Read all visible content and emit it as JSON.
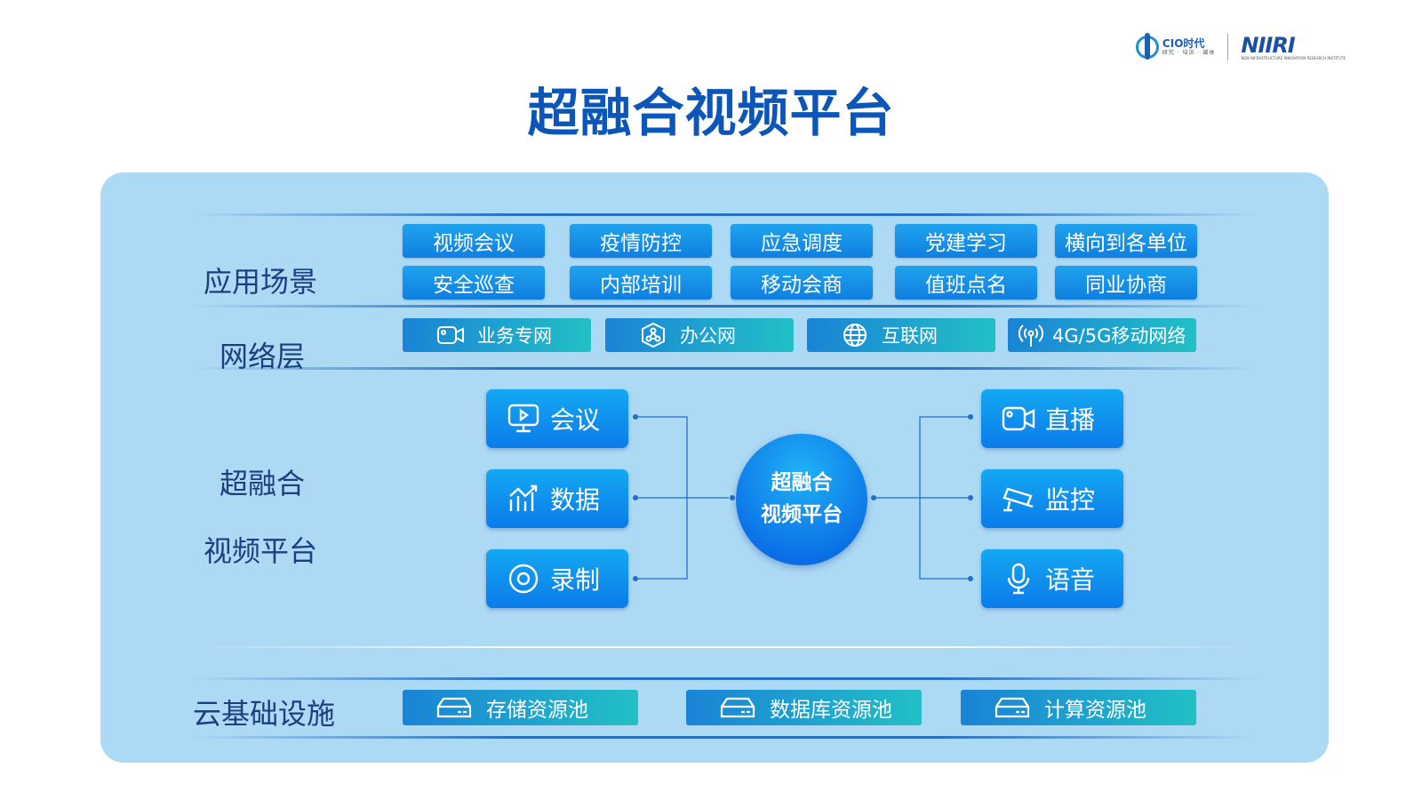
{
  "page_title": "超融合视频平台",
  "logos": {
    "cio_name": "CIO时代",
    "cio_tagline": "研究 · 培训 · 媒体",
    "niiri_name": "NIIRI",
    "niiri_tagline": "NEW INFRASTRUCTURE INNOVATION RESEARCH INSTITUTE"
  },
  "labels": {
    "application": "应用场景",
    "network": "网络层",
    "platform_line1": "超融合",
    "platform_line2": "视频平台",
    "cloud": "云基础设施"
  },
  "applications": [
    "视频会议",
    "疫情防控",
    "应急调度",
    "党建学习",
    "横向到各单位",
    "安全巡查",
    "内部培训",
    "移动会商",
    "值班点名",
    "同业协商"
  ],
  "network": [
    {
      "label": "业务专网",
      "icon": "video-camera-icon"
    },
    {
      "label": "办公网",
      "icon": "network-shield-icon"
    },
    {
      "label": "互联网",
      "icon": "globe-icon"
    },
    {
      "label": "4G/5G移动网络",
      "icon": "antenna-signal-icon"
    }
  ],
  "hub": {
    "line1": "超融合",
    "line2": "视频平台"
  },
  "left_nodes": [
    {
      "label": "会议",
      "icon": "monitor-play-icon"
    },
    {
      "label": "数据",
      "icon": "chart-trend-icon"
    },
    {
      "label": "录制",
      "icon": "record-icon"
    }
  ],
  "right_nodes": [
    {
      "label": "直播",
      "icon": "video-camera-icon"
    },
    {
      "label": "监控",
      "icon": "surveillance-camera-icon"
    },
    {
      "label": "语音",
      "icon": "microphone-icon"
    }
  ],
  "cloud": [
    {
      "label": "存储资源池",
      "icon": "server-icon"
    },
    {
      "label": "数据库资源池",
      "icon": "server-icon"
    },
    {
      "label": "计算资源池",
      "icon": "server-icon"
    }
  ],
  "colors": {
    "title": "#0b56b8",
    "panel": "#acd9f4",
    "chip": "#1089e6",
    "label": "#1b3f7f"
  }
}
